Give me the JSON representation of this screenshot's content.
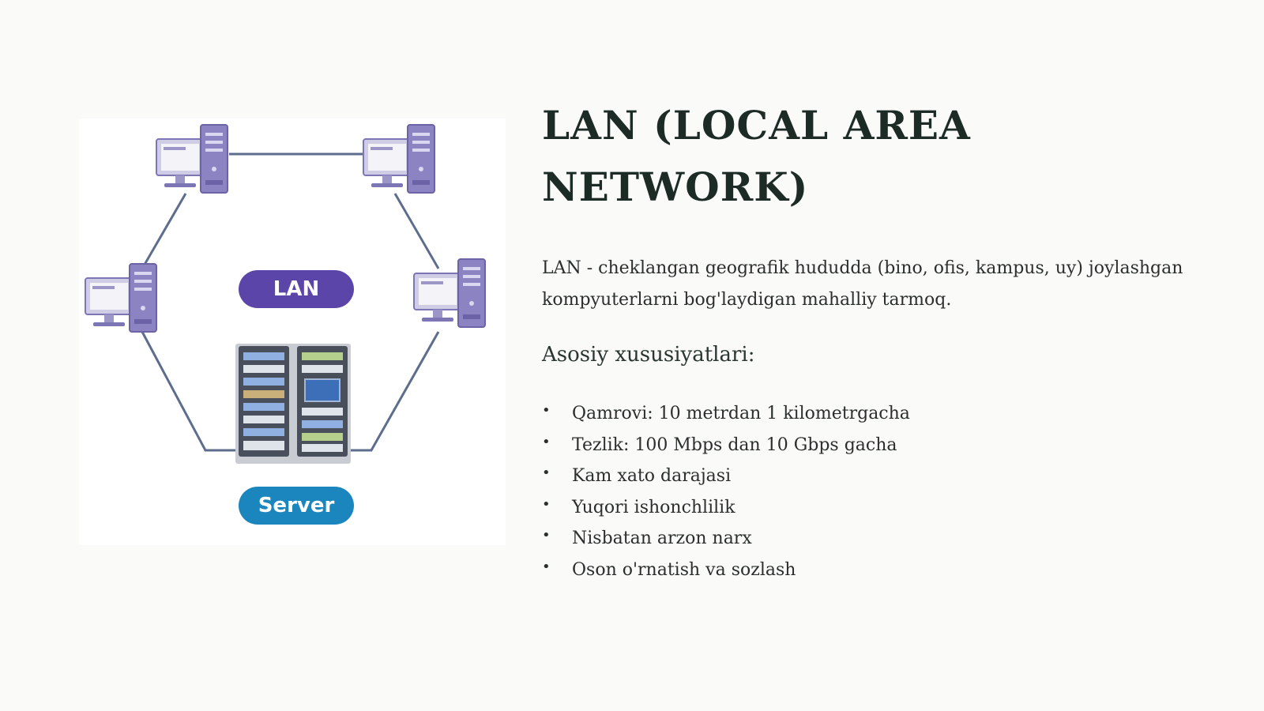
{
  "diagram": {
    "lan_label": "LAN",
    "server_label": "Server",
    "colors": {
      "lan_pill": "#5b45a8",
      "server_pill": "#1b86bd",
      "computer": "#8b83c2",
      "link": "#5d6d8e"
    },
    "icons": [
      "computer-icon",
      "server-rack-icon"
    ]
  },
  "title": "LAN (LOCAL AREA\nNETWORK)",
  "description": "LAN - cheklangan geografik hududda (bino, ofis, kampus, uy) joylashgan kompyuterlarni bog'laydigan mahalliy tarmoq.",
  "subtitle": "Asosiy xususiyatlari:",
  "features": [
    "Qamrovi: 10 metrdan 1 kilometrgacha",
    "Tezlik: 100 Mbps dan 10 Gbps gacha",
    "Kam xato darajasi",
    "Yuqori ishonchlilik",
    "Nisbatan arzon narx",
    "Oson o'rnatish va sozlash"
  ]
}
